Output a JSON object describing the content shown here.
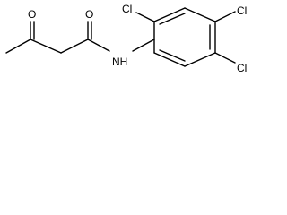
{
  "molecule": {
    "atoms": {
      "ketone_oxygen": "O",
      "amide_oxygen": "O",
      "amide_nitrogen": "NH",
      "chlorine_2": "Cl",
      "chlorine_4": "Cl",
      "chlorine_5": "Cl"
    }
  },
  "colors": {
    "bond": "#000000",
    "label": "#000000",
    "background": "#ffffff"
  }
}
